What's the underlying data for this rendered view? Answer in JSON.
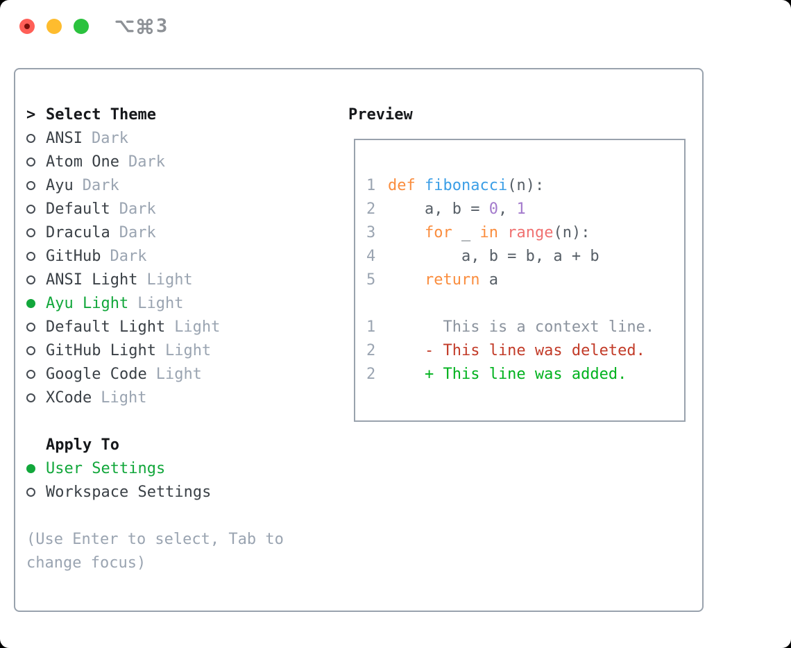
{
  "window": {
    "shortcut_number": "3",
    "shortcut_icons": [
      "option-key",
      "command-key"
    ]
  },
  "theme_panel": {
    "prompt": ">",
    "title": "Select Theme",
    "themes": [
      {
        "name": "ANSI",
        "variant": "Dark",
        "selected": false
      },
      {
        "name": "Atom One",
        "variant": "Dark",
        "selected": false
      },
      {
        "name": "Ayu",
        "variant": "Dark",
        "selected": false
      },
      {
        "name": "Default",
        "variant": "Dark",
        "selected": false
      },
      {
        "name": "Dracula",
        "variant": "Dark",
        "selected": false
      },
      {
        "name": "GitHub",
        "variant": "Dark",
        "selected": false
      },
      {
        "name": "ANSI Light",
        "variant": "Light",
        "selected": false
      },
      {
        "name": "Ayu Light",
        "variant": "Light",
        "selected": true
      },
      {
        "name": "Default Light",
        "variant": "Light",
        "selected": false
      },
      {
        "name": "GitHub Light",
        "variant": "Light",
        "selected": false
      },
      {
        "name": "Google Code",
        "variant": "Light",
        "selected": false
      },
      {
        "name": "XCode",
        "variant": "Light",
        "selected": false
      }
    ],
    "apply_to": {
      "title": "Apply To",
      "options": [
        {
          "label": "User Settings",
          "selected": true
        },
        {
          "label": "Workspace Settings",
          "selected": false
        }
      ]
    },
    "hint_lines": [
      "(Use Enter to select, Tab to",
      "change focus)"
    ]
  },
  "preview": {
    "title": "Preview",
    "code_lines": [
      {
        "ln": "1",
        "segments": [
          {
            "t": "def ",
            "c": "kw"
          },
          {
            "t": "fibonacci",
            "c": "fn"
          },
          {
            "t": "(n):",
            "c": "pl"
          }
        ]
      },
      {
        "ln": "2",
        "segments": [
          {
            "t": "    a, b = ",
            "c": "pl"
          },
          {
            "t": "0",
            "c": "num"
          },
          {
            "t": ", ",
            "c": "pl"
          },
          {
            "t": "1",
            "c": "num"
          }
        ]
      },
      {
        "ln": "3",
        "segments": [
          {
            "t": "    ",
            "c": "pl"
          },
          {
            "t": "for",
            "c": "kw"
          },
          {
            "t": " _ ",
            "c": "pl"
          },
          {
            "t": "in",
            "c": "kw"
          },
          {
            "t": " ",
            "c": "pl"
          },
          {
            "t": "range",
            "c": "call"
          },
          {
            "t": "(n):",
            "c": "pl"
          }
        ]
      },
      {
        "ln": "4",
        "segments": [
          {
            "t": "        a, b = b, a + b",
            "c": "pl"
          }
        ]
      },
      {
        "ln": "5",
        "segments": [
          {
            "t": "    ",
            "c": "pl"
          },
          {
            "t": "return",
            "c": "kw"
          },
          {
            "t": " a",
            "c": "pl"
          }
        ]
      },
      {
        "ln": "",
        "segments": []
      },
      {
        "ln": "1",
        "segments": [
          {
            "t": "      This is a context line.",
            "c": "ctx"
          }
        ]
      },
      {
        "ln": "2",
        "segments": [
          {
            "t": "    - This line was deleted.",
            "c": "del"
          }
        ]
      },
      {
        "ln": "2",
        "segments": [
          {
            "t": "    + This line was added.",
            "c": "add"
          }
        ]
      }
    ]
  },
  "colors": {
    "accent_green": "#12a73b",
    "added_green": "#00b21e",
    "deleted_red": "#c23b28",
    "keyword_orange": "#fa8d3e",
    "function_blue": "#3b9ee6",
    "call_coral": "#f07171",
    "number_purple": "#a37acc",
    "code_plain": "#565e66",
    "muted_gray": "#9aa4b1",
    "context_gray": "#8b939e",
    "item_text": "#3a4046",
    "heading_text": "#16181b",
    "panel_border": "#99a2ad",
    "titlebar_gray": "#8d9196",
    "traffic_red": "#ff5f57",
    "traffic_yellow": "#febc2e",
    "traffic_green": "#2bc23e"
  }
}
